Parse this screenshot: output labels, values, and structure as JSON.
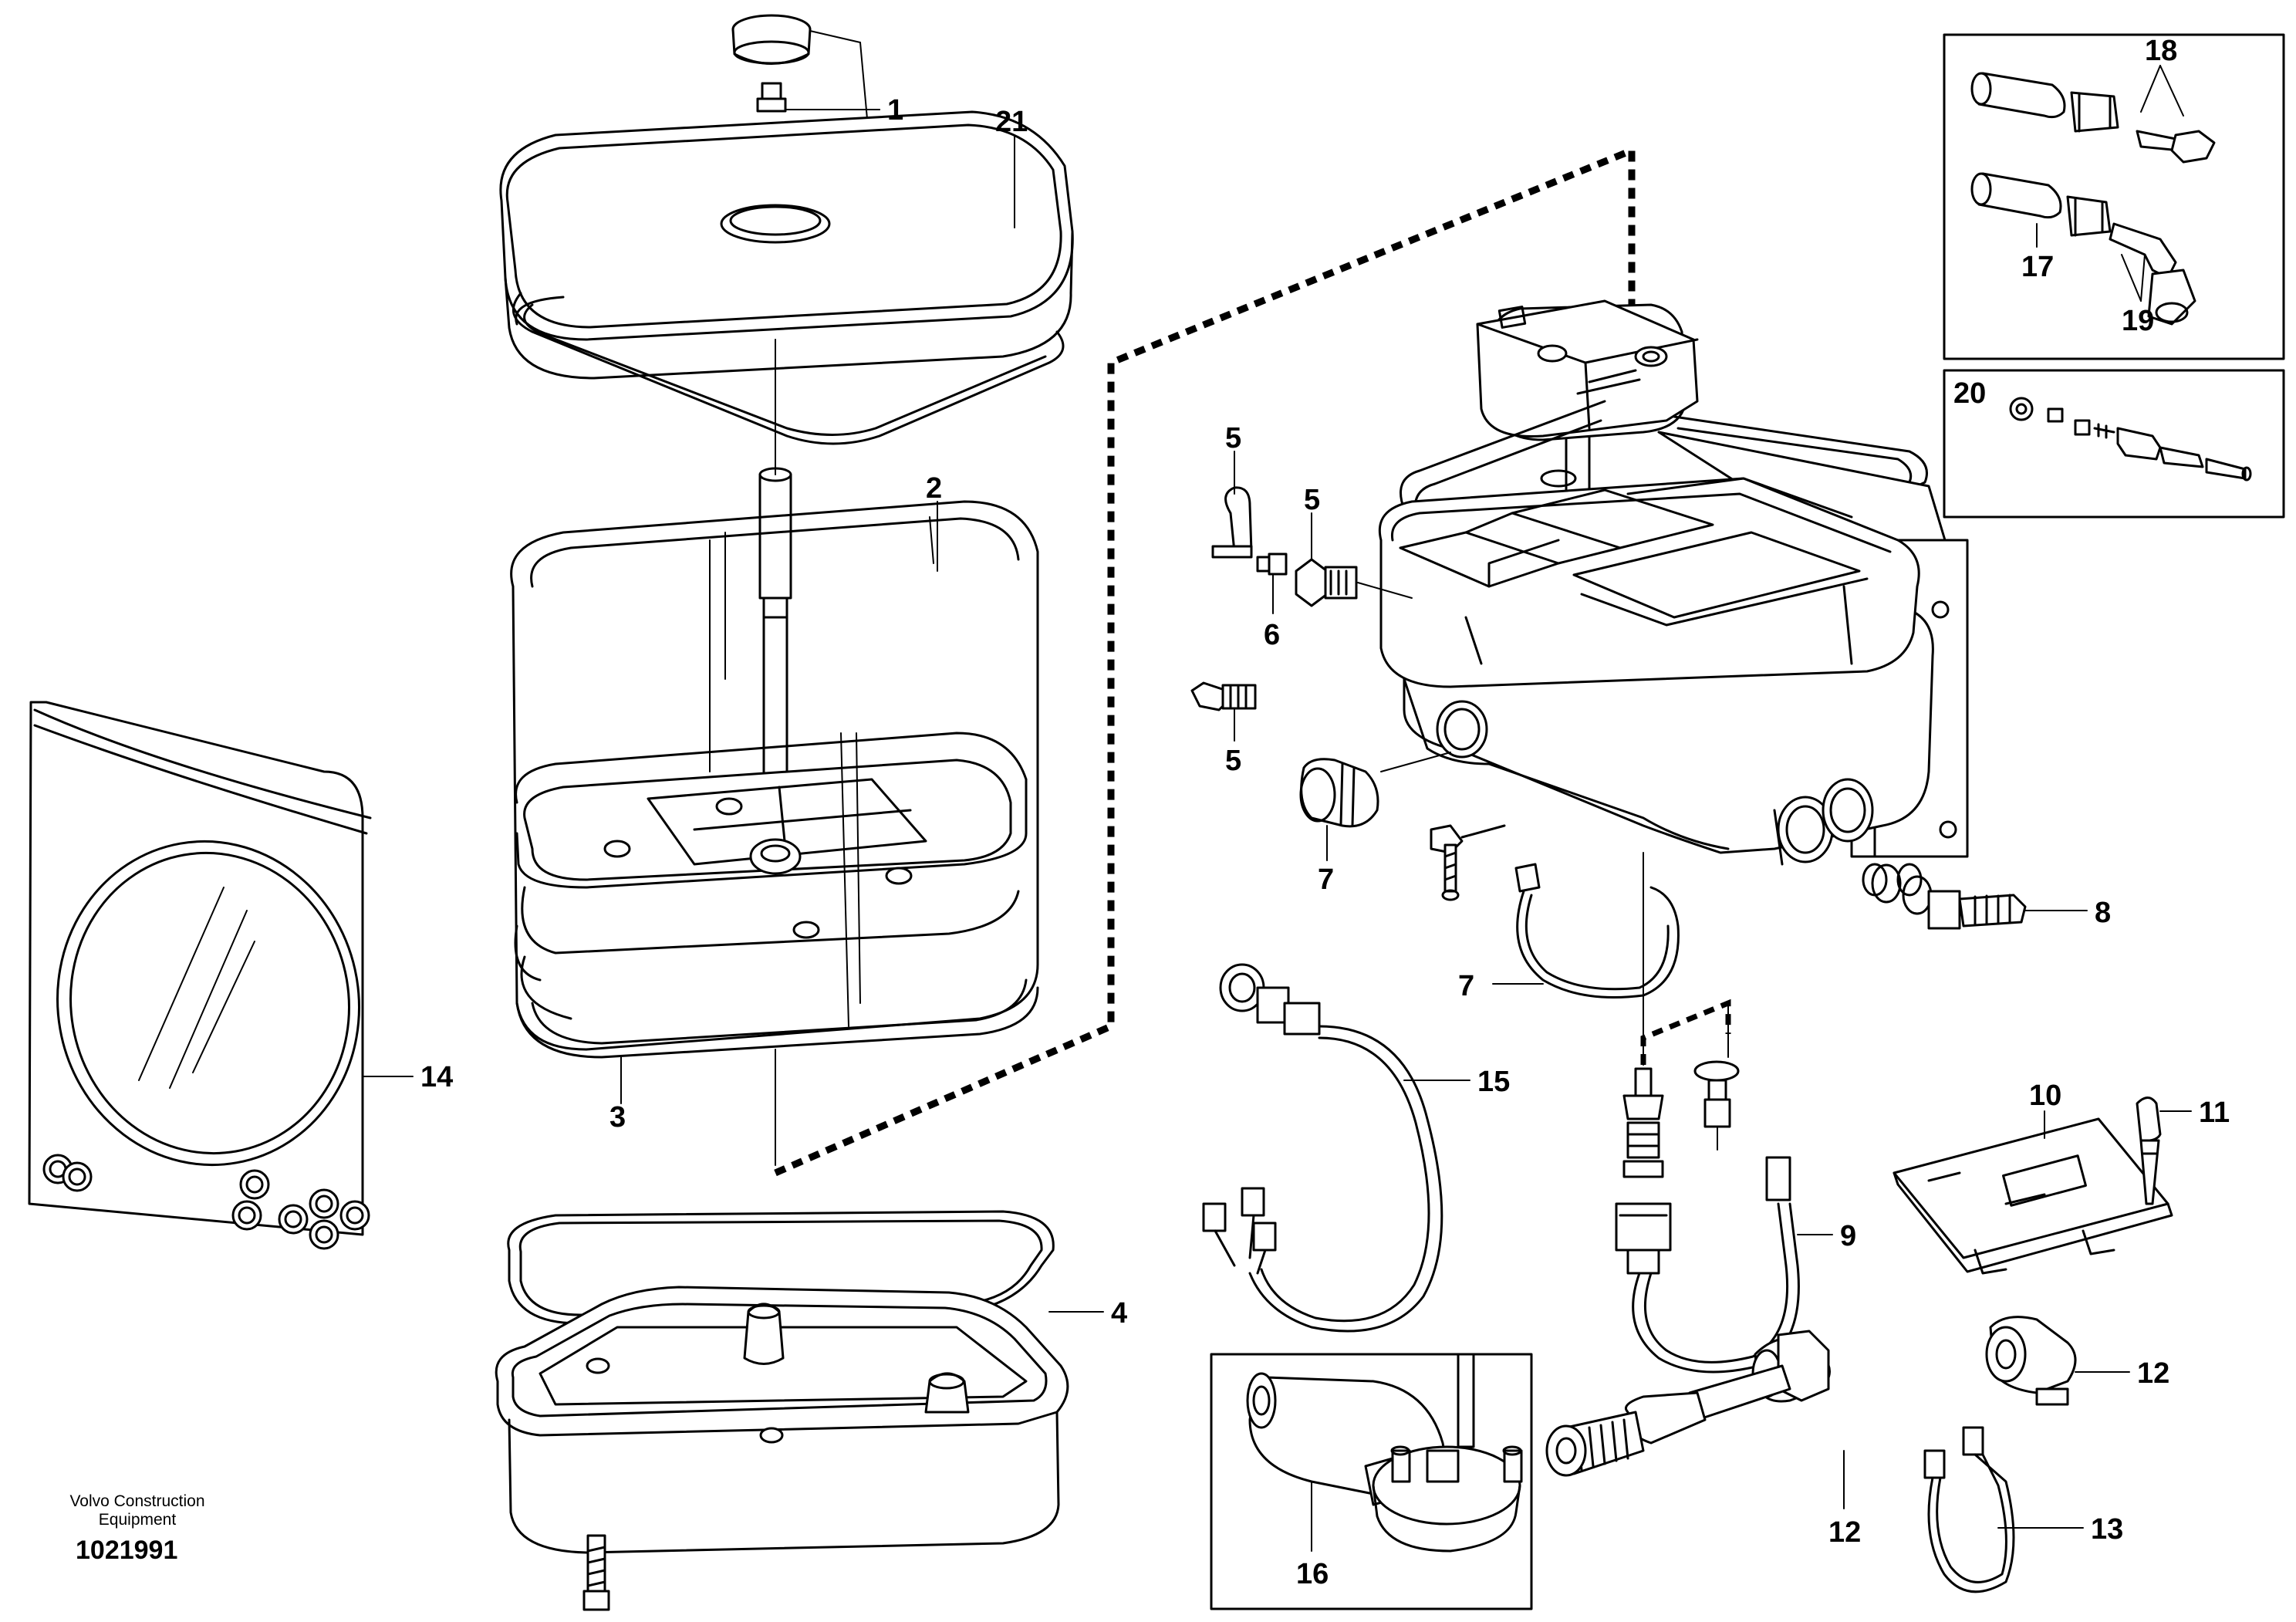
{
  "labels": {
    "l1": "1",
    "l2": "2",
    "l3": "3",
    "l4": "4",
    "l5a": "5",
    "l5b": "5",
    "l5c": "5",
    "l6": "6",
    "l7a": "7",
    "l7b": "7",
    "l8": "8",
    "l9": "9",
    "l10": "10",
    "l11": "11",
    "l12a": "12",
    "l12b": "12",
    "l13": "13",
    "l14": "14",
    "l15": "15",
    "l16": "16",
    "l17": "17",
    "l18": "18",
    "l19": "19",
    "l20": "20",
    "l21": "21"
  },
  "brand": {
    "line1": "Volvo Construction",
    "line2": "Equipment"
  },
  "drawing_number": "1021991"
}
